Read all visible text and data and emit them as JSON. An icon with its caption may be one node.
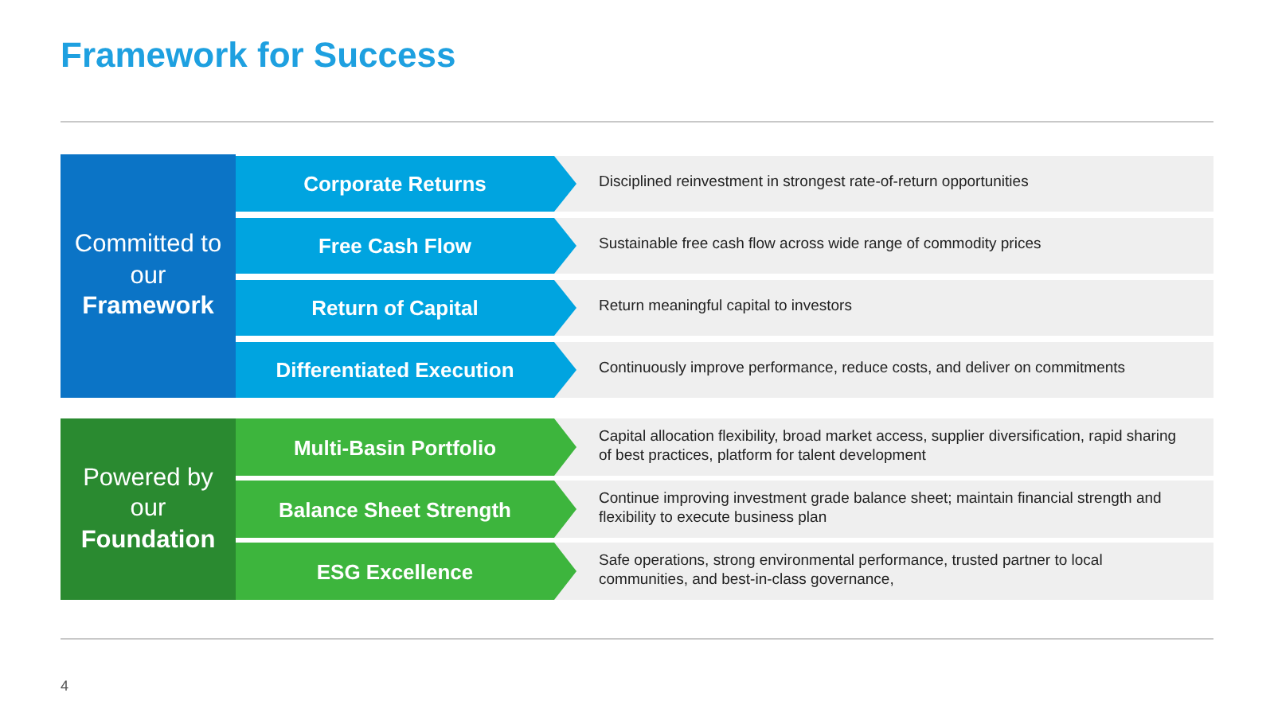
{
  "diagram": {
    "title": "Framework for Success",
    "nodes": [
      {
        "text": [
          "Committed to our **Framework**"
        ]
      },
      {
        "text": [
          "Corporate Returns"
        ]
      },
      {
        "text": [
          "Disciplined reinvestment in strongest rate-of-return opportunities"
        ]
      },
      {
        "text": [
          "Free Cash Flow"
        ]
      },
      {
        "text": [
          "Sustainable free cash flow across wide range of commodity prices"
        ]
      },
      {
        "text": [
          "Return of Capital"
        ]
      },
      {
        "text": [
          "Return meaningful capital to investors"
        ]
      },
      {
        "text": [
          "Differentiated Execution"
        ]
      },
      {
        "text": [
          "Continuously improve performance, reduce costs, and deliver on commitments"
        ]
      },
      {
        "text": [
          "Powered by our **Foundation**"
        ]
      },
      {
        "text": [
          "Multi-Basin Portfolio"
        ]
      },
      {
        "text": [
          "Capital allocation flexibility, broad market access, supplier diversification, rapid sharing of best practices, platform for talent development"
        ]
      },
      {
        "text": [
          "Balance Sheet Strength"
        ]
      },
      {
        "text": [
          "Continue improving investment grade balance sheet; maintain financial strength and flexibility to execute business plan"
        ]
      },
      {
        "text": [
          "ESG Excellence"
        ]
      },
      {
        "text": [
          "Safe operations, strong environmental performance, trusted partner to local communities, and best-in-class governance,"
        ]
      }
    ],
    "labels": [
      "4"
    ]
  }
}
